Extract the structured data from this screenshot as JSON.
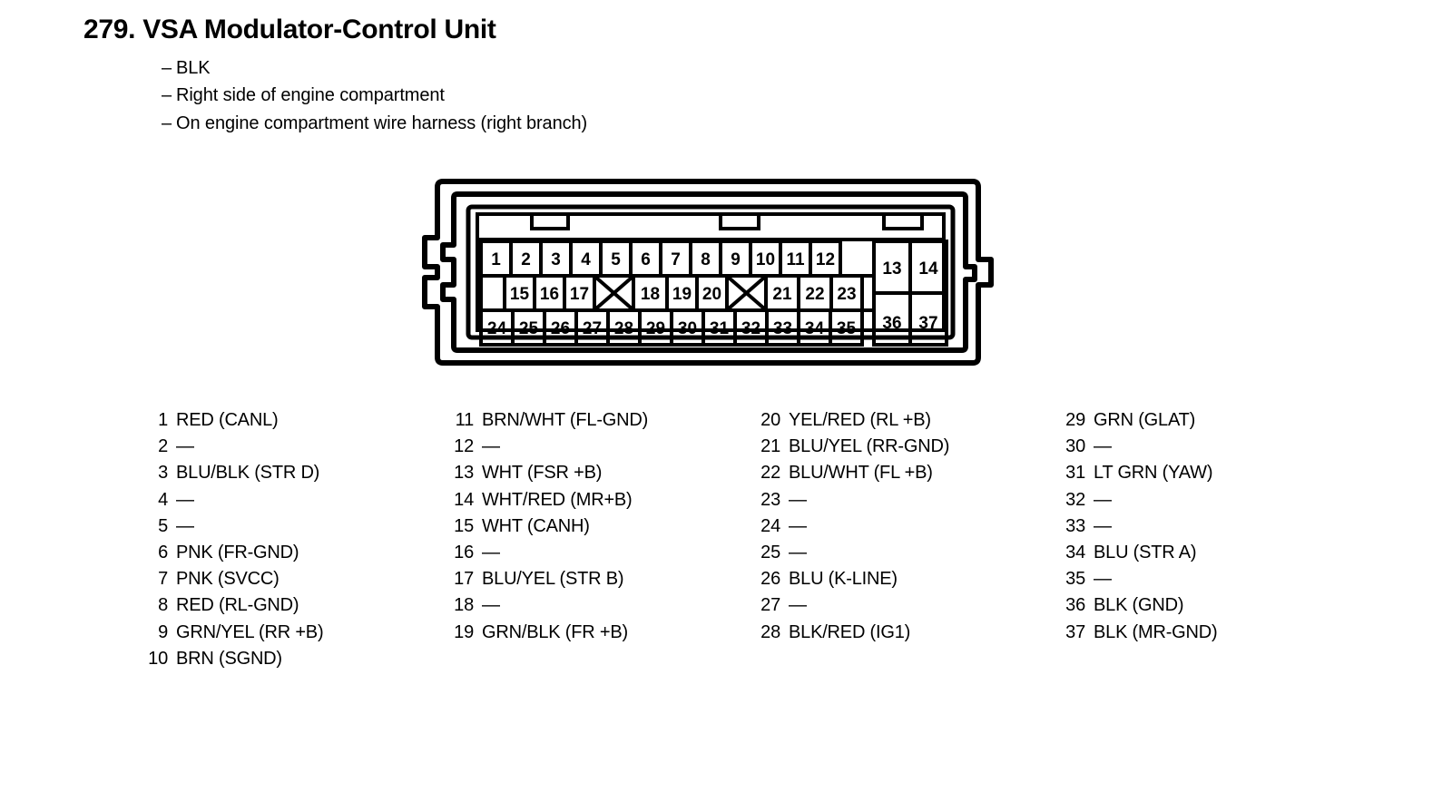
{
  "header": {
    "title": "279. VSA Modulator-Control Unit",
    "bullets": [
      "BLK",
      "Right side of engine compartment",
      "On engine compartment wire harness (right branch)"
    ],
    "dash": "–"
  },
  "connector": {
    "top_row": [
      "1",
      "2",
      "3",
      "4",
      "5",
      "6",
      "7",
      "8",
      "9",
      "10",
      "11",
      "12"
    ],
    "top_right_cells": [
      "13",
      "14"
    ],
    "middle_row": [
      "15",
      "16",
      "17",
      "X",
      "18",
      "19",
      "20",
      "X",
      "21",
      "22",
      "23"
    ],
    "bottom_row": [
      "24",
      "25",
      "26",
      "27",
      "28",
      "29",
      "30",
      "31",
      "32",
      "33",
      "34",
      "35"
    ],
    "bottom_right_cells": [
      "36",
      "37"
    ],
    "unused_marker": "X",
    "notch_count": 3,
    "left_tab_count": 2,
    "right_tab_count": 1
  },
  "pin_list": {
    "empty_value": "—",
    "columns": [
      [
        {
          "no": "1",
          "desc": "RED (CANL)"
        },
        {
          "no": "2",
          "desc": "—"
        },
        {
          "no": "3",
          "desc": "BLU/BLK (STR D)"
        },
        {
          "no": "4",
          "desc": "—"
        },
        {
          "no": "5",
          "desc": "—"
        },
        {
          "no": "6",
          "desc": "PNK (FR-GND)"
        },
        {
          "no": "7",
          "desc": "PNK (SVCC)"
        },
        {
          "no": "8",
          "desc": "RED (RL-GND)"
        },
        {
          "no": "9",
          "desc": "GRN/YEL (RR +B)"
        },
        {
          "no": "10",
          "desc": "BRN (SGND)"
        }
      ],
      [
        {
          "no": "11",
          "desc": "BRN/WHT (FL-GND)"
        },
        {
          "no": "12",
          "desc": "—"
        },
        {
          "no": "13",
          "desc": "WHT (FSR +B)"
        },
        {
          "no": "14",
          "desc": "WHT/RED (MR+B)"
        },
        {
          "no": "15",
          "desc": "WHT (CANH)"
        },
        {
          "no": "16",
          "desc": "—"
        },
        {
          "no": "17",
          "desc": "BLU/YEL (STR B)"
        },
        {
          "no": "18",
          "desc": "—"
        },
        {
          "no": "19",
          "desc": "GRN/BLK (FR +B)"
        }
      ],
      [
        {
          "no": "20",
          "desc": "YEL/RED (RL +B)"
        },
        {
          "no": "21",
          "desc": "BLU/YEL (RR-GND)"
        },
        {
          "no": "22",
          "desc": "BLU/WHT (FL +B)"
        },
        {
          "no": "23",
          "desc": "—"
        },
        {
          "no": "24",
          "desc": "—"
        },
        {
          "no": "25",
          "desc": "—"
        },
        {
          "no": "26",
          "desc": "BLU (K-LINE)"
        },
        {
          "no": "27",
          "desc": "—"
        },
        {
          "no": "28",
          "desc": "BLK/RED (IG1)"
        }
      ],
      [
        {
          "no": "29",
          "desc": "GRN (GLAT)"
        },
        {
          "no": "30",
          "desc": "—"
        },
        {
          "no": "31",
          "desc": "LT GRN (YAW)"
        },
        {
          "no": "32",
          "desc": "—"
        },
        {
          "no": "33",
          "desc": "—"
        },
        {
          "no": "34",
          "desc": "BLU (STR A)"
        },
        {
          "no": "35",
          "desc": "—"
        },
        {
          "no": "36",
          "desc": "BLK (GND)"
        },
        {
          "no": "37",
          "desc": "BLK (MR-GND)"
        }
      ]
    ]
  },
  "colors": {
    "ink": "#000000",
    "paper": "#ffffff"
  }
}
